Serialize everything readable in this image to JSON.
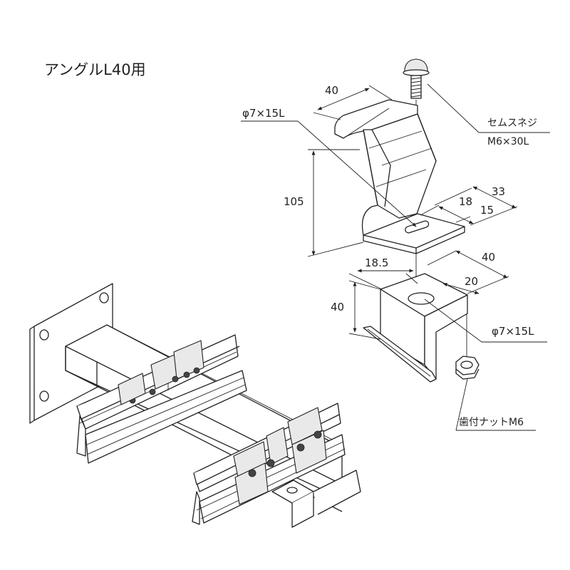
{
  "title": "アングルL40用",
  "labels": {
    "dim_40_top": "40",
    "dim_hole_top": "φ7×15L",
    "dim_105": "105",
    "dim_33": "33",
    "dim_18": "18",
    "dim_15": "15",
    "dim_18_5": "18.5",
    "dim_40_right": "40",
    "dim_20": "20",
    "dim_40_left": "40",
    "dim_hole_bottom": "φ7×15L",
    "screw_name": "セムスネジ",
    "screw_spec": "M6×30L",
    "nut_label": "歯付ナットM6"
  }
}
